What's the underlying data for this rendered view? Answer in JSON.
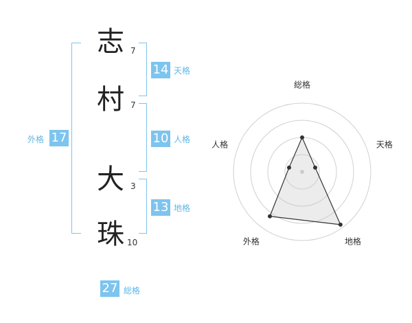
{
  "characters": [
    {
      "char": "志",
      "strokes": "7"
    },
    {
      "char": "村",
      "strokes": "7"
    },
    {
      "char": "大",
      "strokes": "3"
    },
    {
      "char": "珠",
      "strokes": "10"
    }
  ],
  "fortunes": {
    "tenkaku": {
      "value": "14",
      "label": "天格"
    },
    "jinkaku": {
      "value": "10",
      "label": "人格"
    },
    "chikaku": {
      "value": "13",
      "label": "地格"
    },
    "gaikaku": {
      "value": "17",
      "label": "外格"
    },
    "soukaku": {
      "value": "27",
      "label": "総格"
    }
  },
  "colors": {
    "accent": "#7dc4ee",
    "label": "#5eb7e8"
  },
  "chart_data": {
    "type": "radar",
    "axes": [
      "総格",
      "天格",
      "地格",
      "外格",
      "人格"
    ],
    "values": [
      0.5,
      0.2,
      0.95,
      0.8,
      0.2
    ],
    "rings": 4,
    "range": [
      0,
      1
    ]
  }
}
